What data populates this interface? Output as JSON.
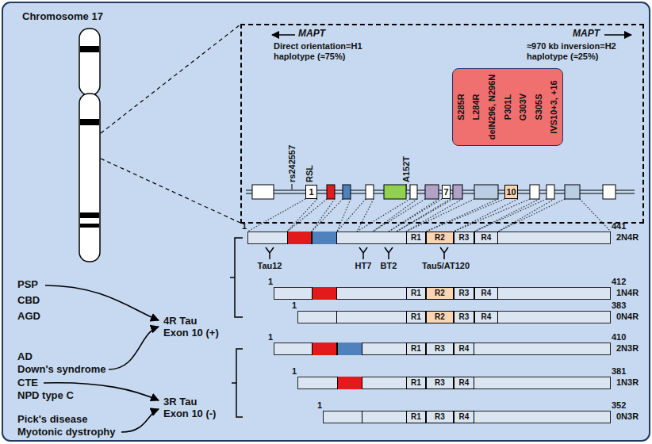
{
  "diagram": {
    "nodes": [
      {
        "text": [
          "MAPT",
          "Direct orientation=H1 haplotype (≈75%)",
          "MAPT",
          "≈970 kb inversion=H2 haplotype (≈25%)"
        ]
      },
      {
        "text": [
          "S285R",
          "L284R",
          "delN296, N296N",
          "P301L",
          "G303V",
          "S305S",
          "IVS10+3, +16"
        ],
        "in": 0
      },
      {
        "text": [
          "1"
        ],
        "in": 0
      },
      {
        "text": [
          "7"
        ],
        "in": 0
      },
      {
        "text": [
          "10"
        ],
        "in": 0
      },
      {
        "text": [
          "1",
          "441",
          "2N4R"
        ]
      },
      {
        "text": [
          "R1"
        ],
        "in": 5
      },
      {
        "text": [
          "R2"
        ],
        "in": 5
      },
      {
        "text": [
          "R3"
        ],
        "in": 5
      },
      {
        "text": [
          "R4"
        ],
        "in": 5
      },
      {
        "text": [
          "1",
          "412",
          "1N4R"
        ]
      },
      {
        "text": [
          "R1"
        ],
        "in": 10
      },
      {
        "text": [
          "R2"
        ],
        "in": 10
      },
      {
        "text": [
          "R3"
        ],
        "in": 10
      },
      {
        "text": [
          "R4"
        ],
        "in": 10
      },
      {
        "text": [
          "1",
          "383",
          "0N4R"
        ]
      },
      {
        "text": [
          "R1"
        ],
        "in": 15
      },
      {
        "text": [
          "R2"
        ],
        "in": 15
      },
      {
        "text": [
          "R3"
        ],
        "in": 15
      },
      {
        "text": [
          "R4"
        ],
        "in": 15
      },
      {
        "text": [
          "1",
          "410",
          "2N3R"
        ]
      },
      {
        "text": [
          "R1"
        ],
        "in": 20
      },
      {
        "text": [
          "R3"
        ],
        "in": 20
      },
      {
        "text": [
          "R4"
        ],
        "in": 20
      },
      {
        "text": [
          "1",
          "381",
          "1N3R"
        ]
      },
      {
        "text": [
          "R1"
        ],
        "in": 24
      },
      {
        "text": [
          "R3"
        ],
        "in": 24
      },
      {
        "text": [
          "R4"
        ],
        "in": 24
      },
      {
        "text": [
          "1",
          "352",
          "0N3R"
        ]
      },
      {
        "text": [
          "R1"
        ],
        "in": 28
      },
      {
        "text": [
          "R3"
        ],
        "in": 28
      },
      {
        "text": [
          "R4"
        ],
        "in": 28
      }
    ],
    "labels": [
      "Chromosome 17",
      "rs242557",
      "RSL",
      "A152T",
      "Tau12",
      "HT7",
      "BT2",
      "Tau5/AT120",
      "PSP",
      "CBD",
      "AGD",
      "4R Tau",
      "Exon 10 (+)",
      "AD",
      "Down's syndrome",
      "CTE",
      "NPD type C",
      "3R Tau",
      "Exon 10 (-)",
      "Pick's disease",
      "Myotonic dystrophy"
    ]
  }
}
